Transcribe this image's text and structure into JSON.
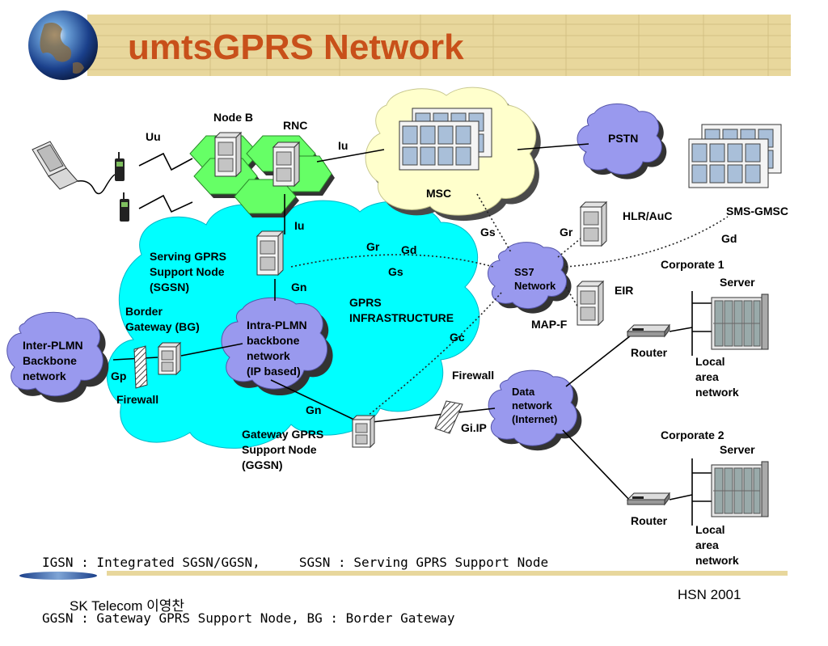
{
  "slide": {
    "title": "umtsGPRS Network",
    "footer_left": "SK Telecom 이영찬",
    "footer_right": "HSN 2001",
    "note_lines": [
      "IGSN : Integrated SGSN/GGSN,     SGSN : Serving GPRS Support Node",
      "GGSN : Gateway GPRS Support Node, BG : Border Gateway"
    ]
  },
  "labels": {
    "node_b": "Node B",
    "rnc": "RNC",
    "uu": "Uu",
    "iu_top": "Iu",
    "iu_mid": "Iu",
    "msc": "MSC",
    "pstn": "PSTN",
    "sms_gmsc": "SMS-GMSC",
    "gd_right": "Gd",
    "hlr_auc": "HLR/AuC",
    "gs_top": "Gs",
    "gr_top": "Gr",
    "ss7": "SS7\nNetwork",
    "eir": "EIR",
    "map_f": "MAP-F",
    "corporate1": "Corporate 1",
    "server1": "Server",
    "router1": "Router",
    "lan1": "Local\narea\nnetwork",
    "corporate2": "Corporate 2",
    "server2": "Server",
    "router2": "Router",
    "lan2": "Local\narea\nnetwork",
    "sgsn": "Serving GPRS\nSupport Node\n(SGSN)",
    "gr_mid": "Gr",
    "gd_mid": "Gd",
    "gs_mid": "Gs",
    "gn_top": "Gn",
    "gprs_infra": "GPRS\nINFRASTRUCTURE",
    "gc": "Gc",
    "bg": "Border\nGateway (BG)",
    "intra_plmn": "Intra-PLMN\nbackbone\nnetwork\n(IP based)",
    "inter_plmn": "Inter-PLMN\nBackbone\nnetwork",
    "gp": "Gp",
    "firewall_left": "Firewall",
    "gn_bottom": "Gn",
    "ggsn": "Gateway GPRS\nSupport Node\n(GGSN)",
    "firewall_right": "Firewall",
    "data_network": "Data\nnetwork\n(Internet)",
    "gi_ip": "Gi.IP"
  },
  "colors": {
    "title": "#c8501a",
    "banner": "#e8d79c",
    "gprs_cloud": "#00ffff",
    "msc_cloud": "#ffffcc",
    "small_cloud": "#9999ee",
    "utran": "#66ff66"
  },
  "icons": [
    "globe-icon",
    "laptop-icon",
    "mobile-phone-icon",
    "server-icon",
    "router-icon",
    "firewall-icon",
    "rack-icon"
  ]
}
